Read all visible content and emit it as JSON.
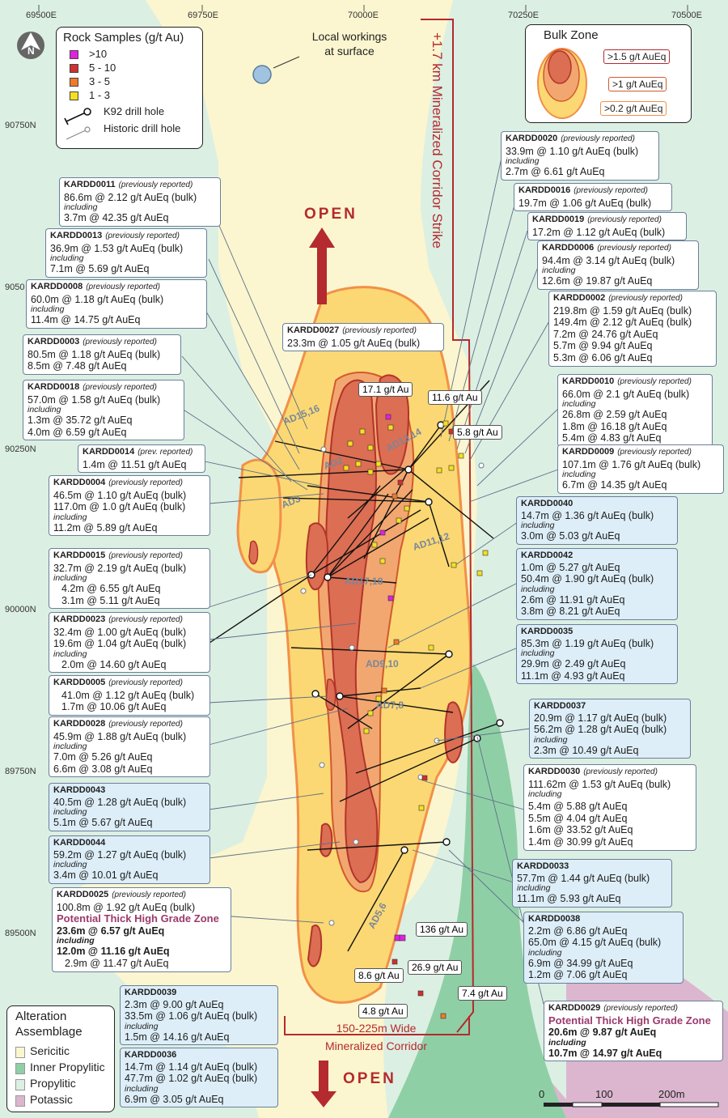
{
  "grid": {
    "eastings": [
      "69500E",
      "69750E",
      "70000E",
      "70250E",
      "70500E"
    ],
    "northings": [
      "90750N",
      "9050",
      "90250N",
      "90000N",
      "89750N",
      "89500N"
    ]
  },
  "legend_rock": {
    "title": "Rock Samples (g/t Au)",
    "items": [
      {
        "label": ">10",
        "color": "#e020e0"
      },
      {
        "label": "5 - 10",
        "color": "#d03030"
      },
      {
        "label": "3 - 5",
        "color": "#f07a2a"
      },
      {
        "label": "1 - 3",
        "color": "#f5e020"
      }
    ],
    "k92": "K92 drill hole",
    "historic": "Historic drill hole"
  },
  "legend_bulk": {
    "title": "Bulk Zone",
    "items": [
      ">1.5 g/t AuEq",
      ">1 g/t AuEq",
      ">0.2 g/t AuEq"
    ]
  },
  "legend_alteration": {
    "title1": "Alteration",
    "title2": "Assemblage",
    "items": [
      {
        "label": "Sericitic",
        "color": "#fbf6cf"
      },
      {
        "label": "Inner Propylitic",
        "color": "#8fcfa6"
      },
      {
        "label": "Propylitic",
        "color": "#dcefe3"
      },
      {
        "label": "Potassic",
        "color": "#dcb6cf"
      }
    ]
  },
  "annotations": {
    "local_workings_1": "Local workings",
    "local_workings_2": "at surface",
    "strike": "+1.7 km Mineralized Corridor Strike",
    "open_top": "OPEN",
    "open_bottom": "OPEN",
    "wide_1": "150-225m Wide",
    "wide_2": "Mineralized Corridor",
    "scale_0": "0",
    "scale_100": "100",
    "scale_200": "200m"
  },
  "hole_labels": [
    "AD15,16",
    "AD13,14",
    "AD2",
    "AD3",
    "AD11,12",
    "AD17,18",
    "AD9,10",
    "AD7,8",
    "AD5,6"
  ],
  "samples": [
    "17.1 g/t Au",
    "11.6 g/t Au",
    "5.8 g/t Au",
    "136 g/t Au",
    "26.9 g/t Au",
    "8.6 g/t Au",
    "7.4 g/t Au",
    "4.8 g/t Au"
  ],
  "callouts": {
    "kardd0020": {
      "name": "KARDD0020",
      "prev": "(previously reported)",
      "l1": "33.9m @ 1.10 g/t AuEq (bulk)",
      "inc": "including",
      "l2": "2.7m @ 6.61 g/t AuEq"
    },
    "kardd0016": {
      "name": "KARDD0016",
      "prev": "(previously reported)",
      "l1": "19.7m @ 1.06 g/t AuEq (bulk)"
    },
    "kardd0019": {
      "name": "KARDD0019",
      "prev": "(previously reported)",
      "l1": "17.2m @ 1.12 g/t AuEq (bulk)"
    },
    "kardd0006": {
      "name": "KARDD0006",
      "prev": "(previously reported)",
      "l1": "94.4m @ 3.14 g/t AuEq (bulk)",
      "inc": "including",
      "l2": "12.6m @ 19.87 g/t AuEq"
    },
    "kardd0002": {
      "name": "KARDD0002",
      "prev": "(previously reported)",
      "l1": "219.8m @ 1.59 g/t AuEq (bulk)",
      "l2": "149.4m @ 2.12 g/t AuEq (bulk)",
      "l3": "7.2m @ 24.76 g/t AuEq",
      "l4": "5.7m @ 9.94 g/t AuEq",
      "l5": "5.3m @ 6.06 g/t AuEq"
    },
    "kardd0010": {
      "name": "KARDD0010",
      "prev": "(previously reported)",
      "l1": "66.0m @ 2.1 g/t AuEq (bulk)",
      "inc": "including",
      "l2": "26.8m @ 2.59 g/t AuEq",
      "l3": "1.8m @ 16.18 g/t AuEq",
      "l4": "5.4m @ 4.83 g/t AuEq"
    },
    "kardd0009": {
      "name": "KARDD0009",
      "prev": "(previously reported)",
      "l1": "107.1m @ 1.76 g/t AuEq (bulk)",
      "inc": "including",
      "l2": "6.7m @ 14.35 g/t AuEq"
    },
    "kardd0040": {
      "name": "KARDD0040",
      "l1": "14.7m @ 1.36 g/t AuEq (bulk)",
      "inc": "including",
      "l2": "3.0m @ 5.03 g/t AuEq"
    },
    "kardd0042": {
      "name": "KARDD0042",
      "l1": "1.0m @ 5.27 g/t AuEq",
      "l2": "50.4m @ 1.90 g/t AuEq (bulk)",
      "inc": "including",
      "l3": "2.6m @ 11.91 g/t AuEq",
      "l4": "3.8m @ 8.21 g/t AuEq"
    },
    "kardd0035": {
      "name": "KARDD0035",
      "l1": "85.3m @ 1.19 g/t AuEq (bulk)",
      "inc": "including",
      "l2": "29.9m @ 2.49 g/t AuEq",
      "l3": "11.1m @ 4.93 g/t AuEq"
    },
    "kardd0037": {
      "name": "KARDD0037",
      "l1": "20.9m @ 1.17 g/t AuEq (bulk)",
      "l2": "56.2m @ 1.28 g/t AuEq (bulk)",
      "inc": "including",
      "l3": "2.3m @ 10.49 g/t AuEq"
    },
    "kardd0030": {
      "name": "KARDD0030",
      "prev": "(previously reported)",
      "l1": "111.62m @ 1.53 g/t AuEq (bulk)",
      "inc": "including",
      "l2": "5.4m @ 5.88 g/t AuEq",
      "l3": "5.5m @ 4.04 g/t AuEq",
      "l4": "1.6m @ 33.52 g/t AuEq",
      "l5": "1.4m @ 30.99 g/t AuEq"
    },
    "kardd0033": {
      "name": "KARDD0033",
      "l1": "57.7m @ 1.44 g/t AuEq (bulk)",
      "inc": "including",
      "l2": "11.1m @ 5.93 g/t AuEq"
    },
    "kardd0038": {
      "name": "KARDD0038",
      "l1": "2.2m @ 6.86 g/t AuEq",
      "l2": "65.0m @ 4.15 g/t AuEq (bulk)",
      "inc": "including",
      "l3": "6.9m @ 34.99 g/t AuEq",
      "l4": "1.2m @ 7.06 g/t AuEq"
    },
    "kardd0029": {
      "name": "KARDD0029",
      "prev": "(previously reported)",
      "hi": "Potential Thick High Grade Zone",
      "l1": "20.6m @ 9.87 g/t AuEq",
      "inc": "including",
      "l2": "10.7m @ 14.97 g/t AuEq"
    },
    "kardd0011": {
      "name": "KARDD0011",
      "prev": "(previously reported)",
      "l1": "86.6m @ 2.12 g/t AuEq (bulk)",
      "inc": "including",
      "l2": "3.7m @ 42.35 g/t AuEq"
    },
    "kardd0013": {
      "name": "KARDD0013",
      "prev": "(previously reported)",
      "l1": "36.9m @ 1.53 g/t AuEq (bulk)",
      "inc": "including",
      "l2": "7.1m @ 5.69 g/t AuEq"
    },
    "kardd0008": {
      "name": "KARDD0008",
      "prev": "(previously reported)",
      "l1": "60.0m @ 1.18 g/t AuEq (bulk)",
      "inc": "including",
      "l2": "11.4m @ 14.75 g/t AuEq"
    },
    "kardd0027": {
      "name": "KARDD0027",
      "prev": "(previously reported)",
      "l1": "23.3m @ 1.05 g/t AuEq (bulk)"
    },
    "kardd0003": {
      "name": "KARDD0003",
      "prev": "(previously reported)",
      "l1": "80.5m @ 1.18 g/t AuEq (bulk)",
      "l2": "8.5m @ 7.48 g/t AuEq"
    },
    "kardd0018": {
      "name": "KARDD0018",
      "prev": "(previously reported)",
      "l1": "57.0m @ 1.58 g/t AuEq (bulk)",
      "inc": "including",
      "l2": "1.3m @ 35.72 g/t AuEq",
      "l3": "4.0m @ 6.59 g/t AuEq"
    },
    "kardd0014": {
      "name": "KARDD0014",
      "prev": "(prev. reported)",
      "l1": "1.4m @ 11.51 g/t AuEq"
    },
    "kardd0004": {
      "name": "KARDD0004",
      "prev": "(previously reported)",
      "l1": "46.5m @ 1.10 g/t AuEq (bulk)",
      "l2": "117.0m @ 1.0 g/t AuEq (bulk)",
      "inc": "including",
      "l3": "11.2m @ 5.89 g/t AuEq"
    },
    "kardd0015": {
      "name": "KARDD0015",
      "prev": "(previously reported)",
      "l1": "32.7m @ 2.19 g/t AuEq (bulk)",
      "inc": "including",
      "l2": "4.2m @ 6.55 g/t AuEq",
      "l3": "3.1m @ 5.11 g/t AuEq"
    },
    "kardd0023": {
      "name": "KARDD0023",
      "prev": "(previously reported)",
      "l1": "32.4m @ 1.00 g/t AuEq (bulk)",
      "l2": "19.6m @ 1.04 g/t AuEq (bulk)",
      "inc": "including",
      "l3": "2.0m @ 14.60 g/t AuEq"
    },
    "kardd0005": {
      "name": "KARDD0005",
      "prev": "(previously reported)",
      "l1": "41.0m @ 1.12 g/t AuEq (bulk)",
      "l2": "1.7m @ 10.06 g/t AuEq"
    },
    "kardd0028": {
      "name": "KARDD0028",
      "prev": "(previously reported)",
      "l1": "45.9m @ 1.88 g/t AuEq (bulk)",
      "inc": "including",
      "l2": "7.0m @ 5.26 g/t AuEq",
      "l3": "6.6m @ 3.08 g/t AuEq"
    },
    "kardd0043": {
      "name": "KARDD0043",
      "l1": "40.5m @ 1.28 g/t AuEq (bulk)",
      "inc": "including",
      "l2": "5.1m @ 5.67 g/t AuEq"
    },
    "kardd0044": {
      "name": "KARDD0044",
      "l1": "59.2m @ 1.27 g/t AuEq (bulk)",
      "inc": "including",
      "l2": "3.4m @ 10.01 g/t AuEq"
    },
    "kardd0025": {
      "name": "KARDD0025",
      "prev": "(previously reported)",
      "l1": "100.8m @ 1.92 g/t AuEq (bulk)",
      "hi": "Potential Thick High Grade Zone",
      "l2": "23.6m @ 6.57 g/t AuEq",
      "inc": "including",
      "l3": "12.0m @ 11.16 g/t AuEq",
      "l4": "2.9m @ 11.47 g/t AuEq"
    },
    "kardd0039": {
      "name": "KARDD0039",
      "l1": "2.3m @ 9.00 g/t AuEq",
      "l2": "33.5m @ 1.06 g/t AuEq (bulk)",
      "inc": "including",
      "l3": "1.5m @ 14.16 g/t AuEq"
    },
    "kardd0036": {
      "name": "KARDD0036",
      "l1": "14.7m @ 1.14 g/t AuEq (bulk)",
      "l2": "47.7m @ 1.02 g/t AuEq (bulk)",
      "inc": "including",
      "l3": "6.9m @ 3.05 g/t AuEq"
    }
  }
}
